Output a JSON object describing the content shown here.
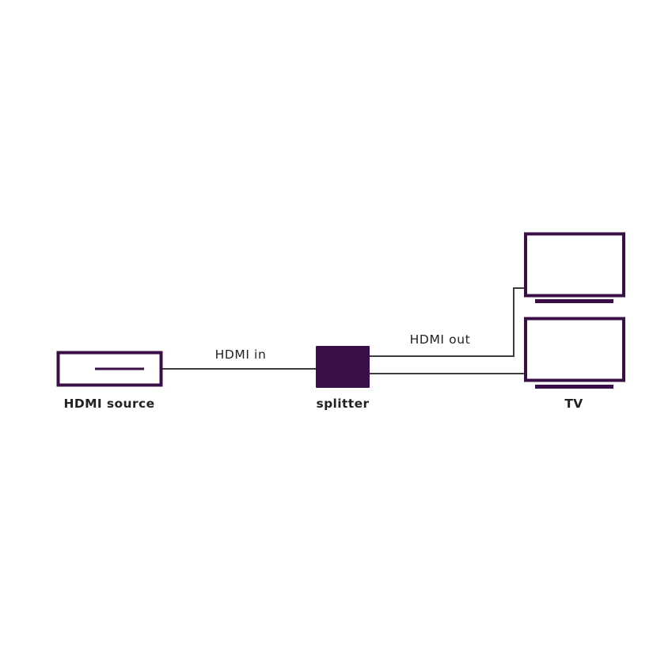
{
  "colors": {
    "device": "#3a0f47",
    "cable": "#3d3d3d",
    "text": "#222222",
    "background": "#ffffff"
  },
  "labels": {
    "source": "HDMI source",
    "splitter": "splitter",
    "tv": "TV",
    "hdmi_in": "HDMI in",
    "hdmi_out": "HDMI out"
  },
  "icons": {
    "source": "set-top-box-icon",
    "splitter": "splitter-box-icon",
    "tv": "tv-icon"
  }
}
